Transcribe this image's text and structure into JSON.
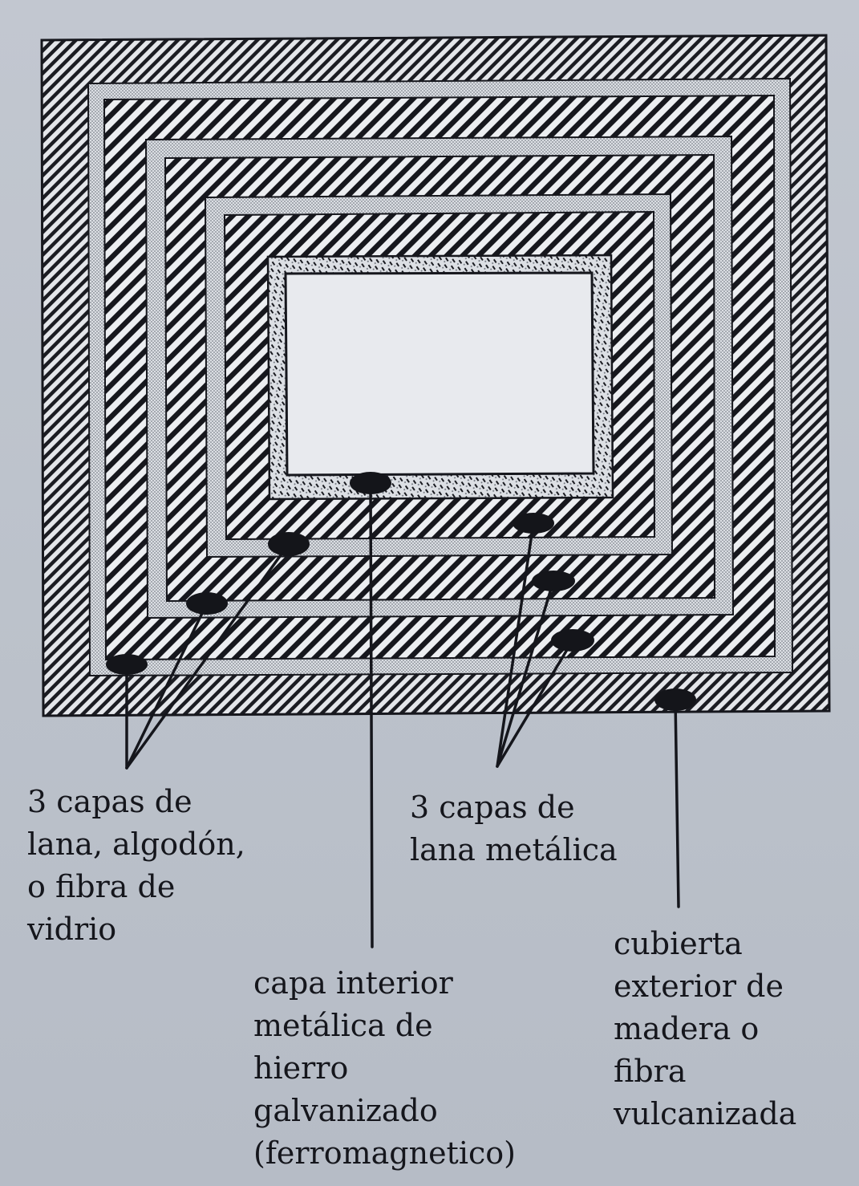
{
  "colors": {
    "ink": "#15161c",
    "paper": "#bcc2cb",
    "dots": "#d9dce2",
    "window": "#e8eaee"
  },
  "labels": {
    "wool_layers": [
      "3 capas de",
      "lana, algodón,",
      "o fibra de",
      "vidrio"
    ],
    "metal_wool_layers": [
      "3 capas de",
      "lana metálica"
    ],
    "inner_layer": [
      "capa interior",
      "metálica de",
      "hierro",
      "galvanizado",
      "(ferromagnetico)"
    ],
    "outer_cover": [
      "cubierta",
      "exterior de",
      "madera o",
      "fibra",
      "vulcanizada"
    ]
  }
}
